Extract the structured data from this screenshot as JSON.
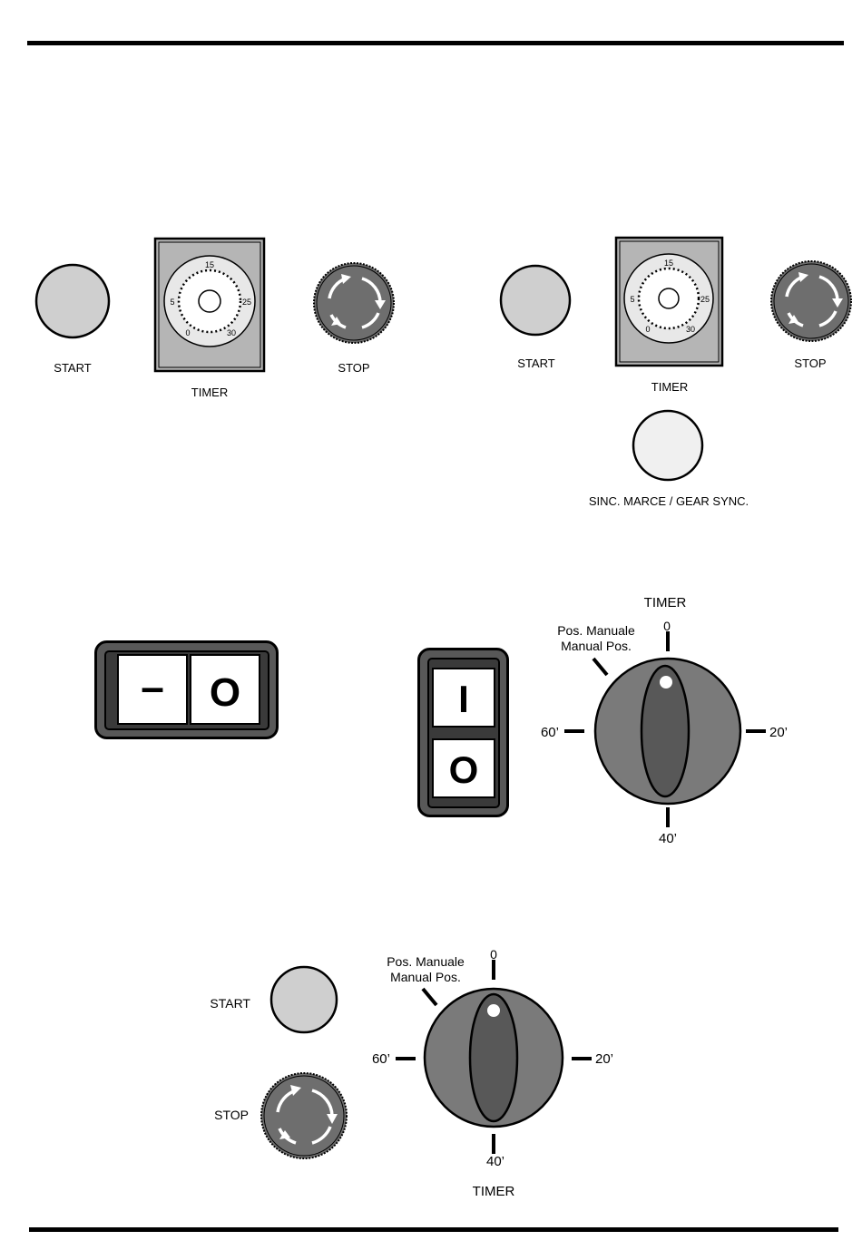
{
  "panel1": {
    "start_label": "START",
    "timer_label": "TIMER",
    "stop_label": "STOP",
    "dial_marks": [
      "15",
      "5",
      "25",
      "0",
      "30"
    ]
  },
  "panel2": {
    "start_label": "START",
    "timer_label": "TIMER",
    "stop_label": "STOP",
    "sync_label": "SINC. MARCE / GEAR SYNC.",
    "dial_marks": [
      "15",
      "5",
      "25",
      "0",
      "30"
    ]
  },
  "rocker_horizontal": {
    "left_symbol": "–",
    "right_symbol": "O"
  },
  "rocker_vertical": {
    "top_symbol": "I",
    "bottom_symbol": "O"
  },
  "knob_timer_1": {
    "title": "TIMER",
    "manual_line1": "Pos. Manuale",
    "manual_line2": "Manual Pos.",
    "mark_top": "0",
    "mark_right": "20’",
    "mark_bottom": "40’",
    "mark_left": "60’"
  },
  "panel3": {
    "start_label": "START",
    "stop_label": "STOP",
    "timer_label": "TIMER",
    "manual_line1": "Pos. Manuale",
    "manual_line2": "Manual Pos.",
    "mark_top": "0",
    "mark_right": "20’",
    "mark_bottom": "40’",
    "mark_left": "60’"
  },
  "colors": {
    "rule": "#000000",
    "start_button": "#cfcfcf",
    "sync_button": "#f0f0f0",
    "stop_button": "#6e6e6e",
    "timer_plate": "#b5b5b5",
    "knob_body": "#7a7a7a",
    "knob_grip": "#585858",
    "rocker_frame": "#585858"
  }
}
